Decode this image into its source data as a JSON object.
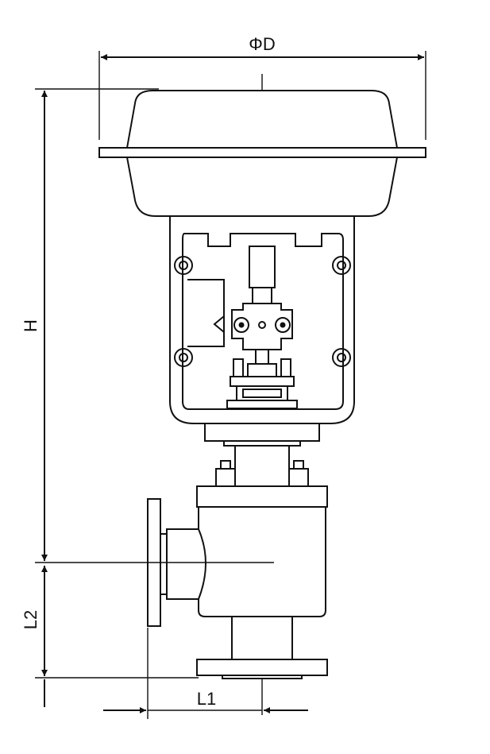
{
  "dimensions": {
    "diameter_label": "ΦD",
    "height_label": "H",
    "l1_label": "L1",
    "l2_label": "L2"
  },
  "colors": {
    "line": "#111111",
    "background": "#ffffff"
  }
}
